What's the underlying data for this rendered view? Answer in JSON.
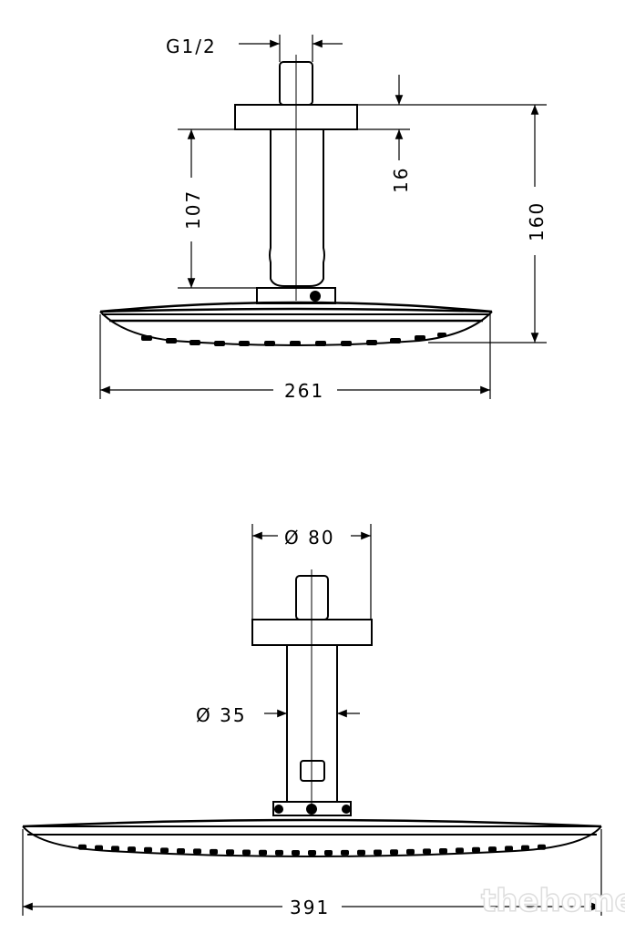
{
  "side_view": {
    "thread_label": "G1/2",
    "flange_height": "16",
    "arm_length": "107",
    "total_height": "160",
    "head_width": "261"
  },
  "front_view": {
    "flange_diameter": "Ø 80",
    "pipe_diameter": "Ø 35",
    "head_length": "391"
  },
  "watermark": "thehome"
}
